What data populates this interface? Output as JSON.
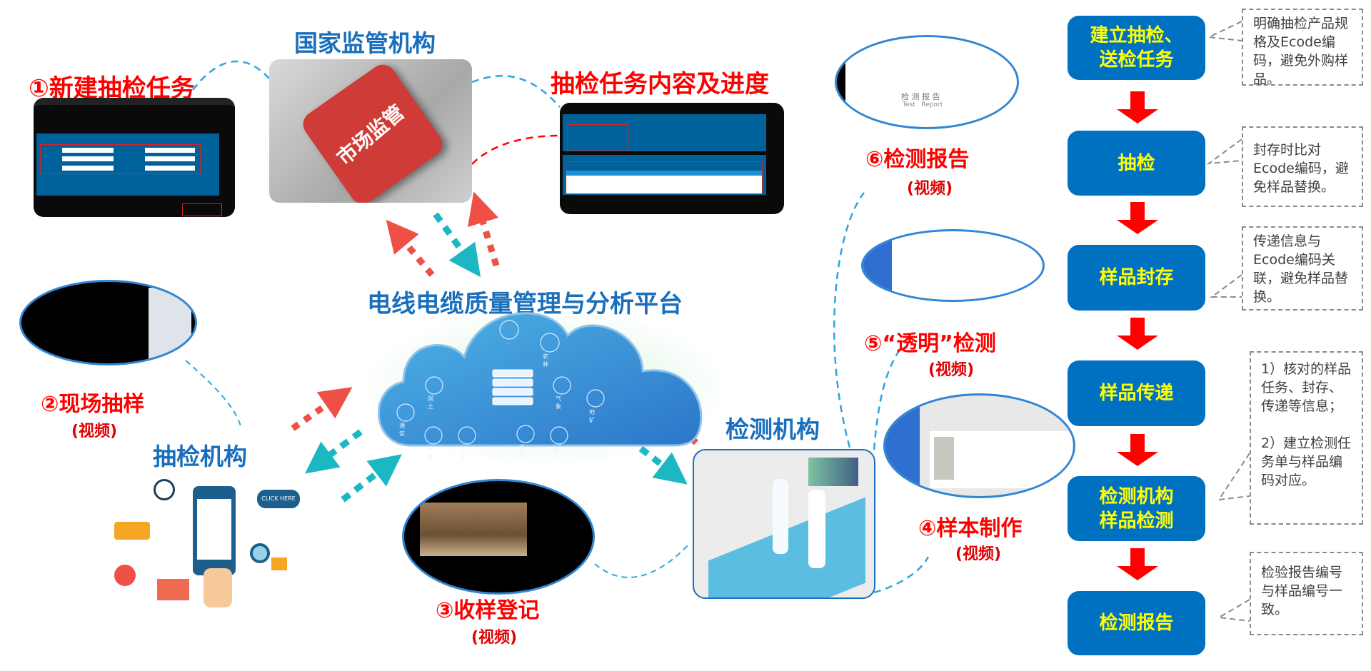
{
  "top": {
    "regulator_title": "国家监管机构",
    "puzzle_label": "市场监管",
    "step1_label": "①新建抽检任务",
    "task_progress_label": "抽检任务内容及进度"
  },
  "platform": {
    "title": "电线电缆质量管理与分析平台",
    "cloud_icons": [
      "…",
      "农林",
      "国土",
      "气象",
      "地矿",
      "通信",
      "市政",
      "公安",
      "水利",
      "防灾"
    ]
  },
  "left": {
    "step2_label": "②现场抽样",
    "step2_sub": "(视频)",
    "sampling_org": "抽检机构",
    "click_here": "CLICK HERE"
  },
  "bottom": {
    "step3_label": "③收样登记",
    "step3_sub": "(视频)"
  },
  "right": {
    "testing_org": "检测机构",
    "step4_label": "④样本制作",
    "step4_sub": "(视频)",
    "step5_label": "⑤“透明”检测",
    "step5_sub": "(视频)",
    "step6_label": "⑥检测报告",
    "step6_sub": "(视频)",
    "report_title_cn": "检 测 报 告",
    "report_title_en": "Test   Report"
  },
  "flow": {
    "steps": [
      {
        "label": "建立抽检、送检任务",
        "note": "明确抽检产品规格及Ecode编码，避免外购样品。"
      },
      {
        "label": "抽检",
        "note": "封存时比对Ecode编码，避免样品替换。"
      },
      {
        "label": "样品封存",
        "note": "传递信息与Ecode编码关联，避免样品替换。"
      },
      {
        "label": "样品传递",
        "note": ""
      },
      {
        "label": "检测机构样品检测",
        "note": "1）核对的样品任务、封存、传递等信息；\n\n2）建立检测任务单与样品编码对应。"
      },
      {
        "label": "检测报告",
        "note": "检验报告编号与样品编号一致。"
      }
    ]
  },
  "colors": {
    "flow_box": "#0070c0",
    "flow_text": "#ffff00",
    "arrow_red": "#ff0000",
    "title_blue": "#1a6fbd",
    "step_red": "#ff0000",
    "cyan_arrow": "#1bb8c4",
    "coral_arrow": "#ee5045"
  }
}
